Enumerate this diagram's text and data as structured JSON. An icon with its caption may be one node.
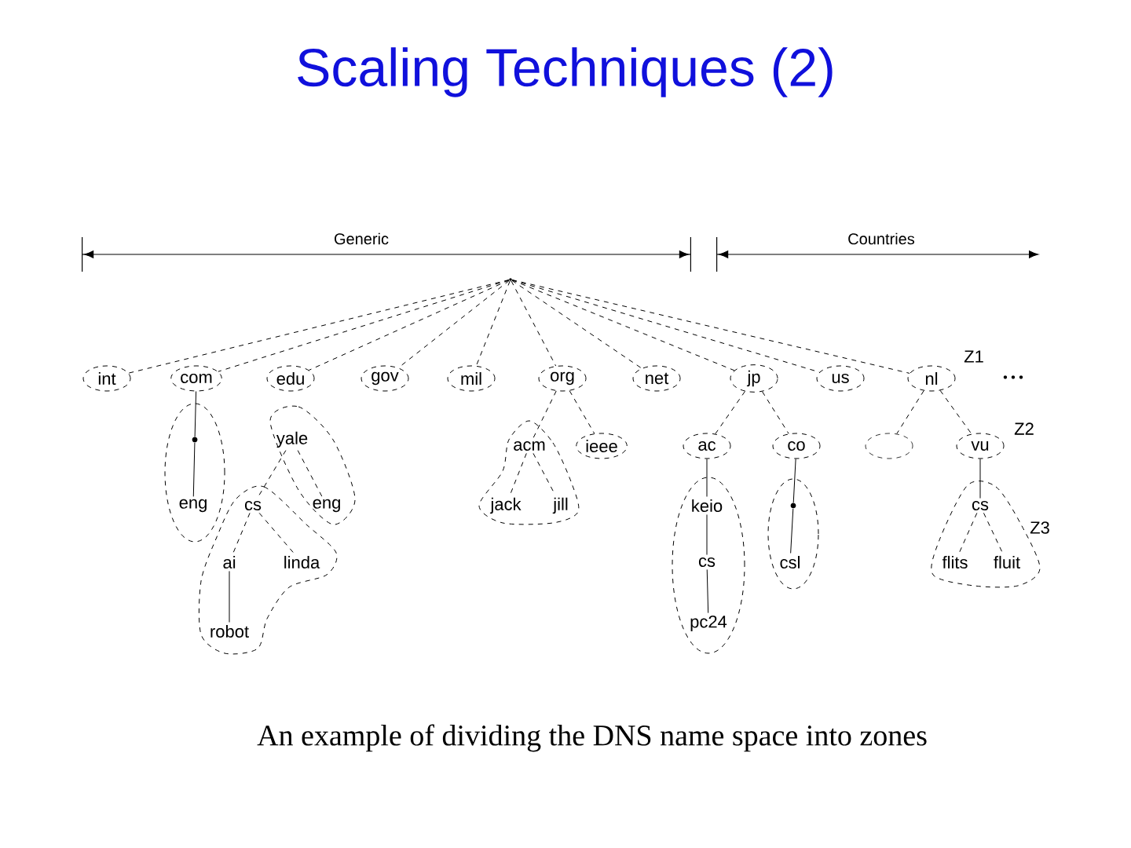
{
  "diagram": {
    "title": "Scaling Techniques (2)",
    "caption": "An example of dividing the DNS name space into zones",
    "nodes": [
      {
        "text": [],
        "shape": "circle"
      },
      {
        "text": [
          "int"
        ]
      },
      {
        "text": [
          "com"
        ]
      },
      {
        "text": [
          "edu"
        ]
      },
      {
        "text": [
          "gov"
        ]
      },
      {
        "text": [
          "mil"
        ]
      },
      {
        "text": [
          "org"
        ]
      },
      {
        "text": [
          "net"
        ]
      },
      {
        "text": [
          "jp"
        ]
      },
      {
        "text": [
          "us"
        ]
      },
      {
        "text": [
          "nl"
        ]
      },
      {
        "text": [],
        "shape": "circle"
      },
      {
        "text": [
          "yale"
        ]
      },
      {
        "text": [
          "acm"
        ]
      },
      {
        "text": [
          "ieee"
        ]
      },
      {
        "text": [
          "ac"
        ]
      },
      {
        "text": [
          "co"
        ]
      },
      {
        "text": [],
        "shape": "ellipse"
      },
      {
        "text": [
          "vu"
        ]
      },
      {
        "text": [
          "eng"
        ]
      },
      {
        "text": [
          "cs"
        ]
      },
      {
        "text": [
          "eng"
        ]
      },
      {
        "text": [
          "jack"
        ]
      },
      {
        "text": [
          "jill"
        ]
      },
      {
        "text": [
          "keio"
        ]
      },
      {
        "text": [],
        "shape": "circle"
      },
      {
        "text": [
          "cs"
        ]
      },
      {
        "text": [
          "ai"
        ]
      },
      {
        "text": [
          "linda"
        ]
      },
      {
        "text": [
          "cs"
        ]
      },
      {
        "text": [
          "csl"
        ]
      },
      {
        "text": [
          "flits"
        ]
      },
      {
        "text": [
          "fluit"
        ]
      },
      {
        "text": [
          "robot"
        ]
      },
      {
        "text": [
          "pc24"
        ]
      }
    ],
    "edges": [
      {
        "from": 0,
        "to": 1,
        "arrow": "none",
        "style": "dashed"
      },
      {
        "from": 0,
        "to": 2,
        "arrow": "none",
        "style": "dashed"
      },
      {
        "from": 0,
        "to": 3,
        "arrow": "none",
        "style": "dashed"
      },
      {
        "from": 0,
        "to": 4,
        "arrow": "none",
        "style": "dashed"
      },
      {
        "from": 0,
        "to": 5,
        "arrow": "none",
        "style": "dashed"
      },
      {
        "from": 0,
        "to": 6,
        "arrow": "none",
        "style": "dashed"
      },
      {
        "from": 0,
        "to": 7,
        "arrow": "none",
        "style": "dashed"
      },
      {
        "from": 0,
        "to": 8,
        "arrow": "none",
        "style": "dashed"
      },
      {
        "from": 0,
        "to": 9,
        "arrow": "none",
        "style": "dashed"
      },
      {
        "from": 0,
        "to": 10,
        "arrow": "none",
        "style": "dashed"
      },
      {
        "from": 2,
        "to": 11,
        "arrow": "none"
      },
      {
        "from": 11,
        "to": 19,
        "arrow": "none"
      },
      {
        "from": 12,
        "to": 20,
        "arrow": "none",
        "style": "dashed"
      },
      {
        "from": 12,
        "to": 21,
        "arrow": "none",
        "style": "dashed"
      },
      {
        "from": 20,
        "to": 27,
        "arrow": "none",
        "style": "dashed"
      },
      {
        "from": 20,
        "to": 28,
        "arrow": "none",
        "style": "dashed"
      },
      {
        "from": 27,
        "to": 33,
        "arrow": "none"
      },
      {
        "from": 6,
        "to": 13,
        "arrow": "none",
        "style": "dashed"
      },
      {
        "from": 6,
        "to": 14,
        "arrow": "none",
        "style": "dashed"
      },
      {
        "from": 13,
        "to": 22,
        "arrow": "none",
        "style": "dashed"
      },
      {
        "from": 13,
        "to": 23,
        "arrow": "none",
        "style": "dashed"
      },
      {
        "from": 8,
        "to": 15,
        "arrow": "none",
        "style": "dashed"
      },
      {
        "from": 8,
        "to": 16,
        "arrow": "none",
        "style": "dashed"
      },
      {
        "from": 15,
        "to": 24,
        "arrow": "none"
      },
      {
        "from": 24,
        "to": 29,
        "arrow": "none"
      },
      {
        "from": 29,
        "to": 34,
        "arrow": "none"
      },
      {
        "from": 16,
        "to": 25,
        "arrow": "none"
      },
      {
        "from": 25,
        "to": 30,
        "arrow": "none"
      },
      {
        "from": 10,
        "to": 17,
        "arrow": "none",
        "style": "dashed"
      },
      {
        "from": 10,
        "to": 18,
        "arrow": "none",
        "style": "dashed"
      },
      {
        "from": 18,
        "to": 26,
        "arrow": "none"
      },
      {
        "from": 26,
        "to": 31,
        "arrow": "none",
        "style": "dashed"
      },
      {
        "from": 26,
        "to": 32,
        "arrow": "none",
        "style": "dashed"
      }
    ],
    "labels": [
      "Generic",
      "Countries",
      "Z1",
      "• • •",
      "Z2",
      "Z3"
    ]
  }
}
